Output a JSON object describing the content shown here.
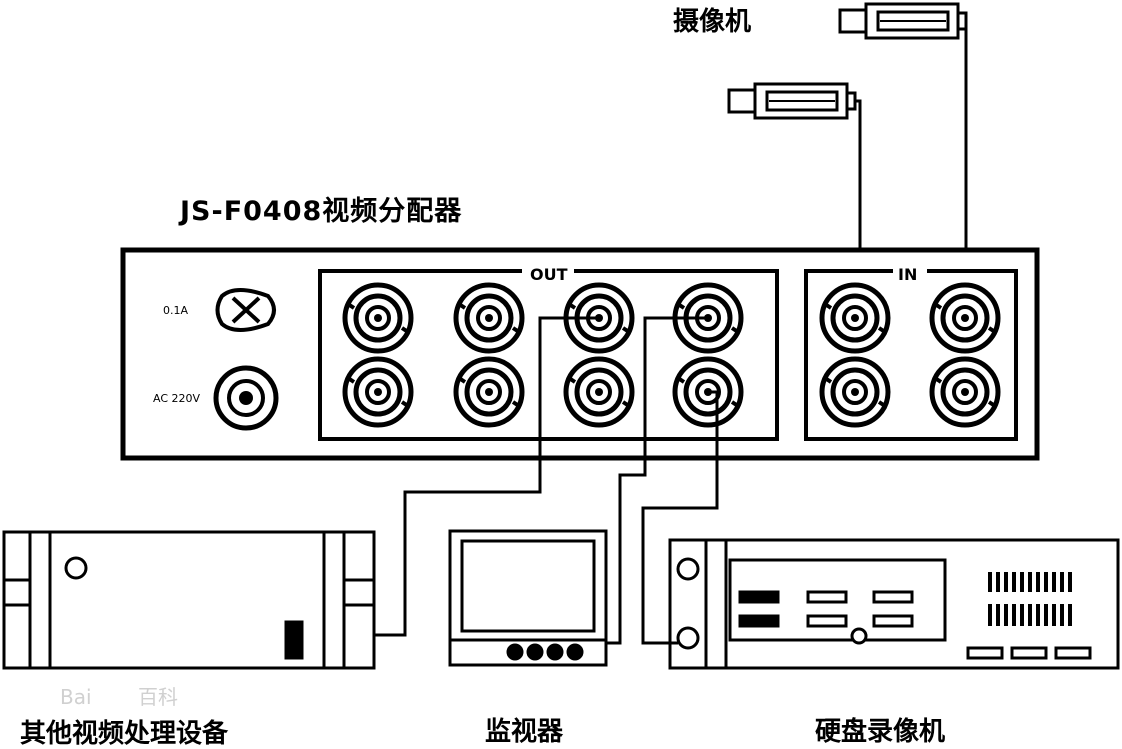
{
  "device_title": "JS-F0408视频分配器",
  "camera_label": "摄像机",
  "out_label": "OUT",
  "in_label": "IN",
  "fuse_label": "0.1A",
  "power_label": "AC 220V",
  "other_device_label": "其他视频处理设备",
  "monitor_label": "监视器",
  "dvr_label": "硬盘录像机",
  "watermark_text": "Bai",
  "watermark_text2": "百科",
  "colors": {
    "line": "#000000",
    "background": "#ffffff",
    "watermark": "#d0d0d0"
  }
}
